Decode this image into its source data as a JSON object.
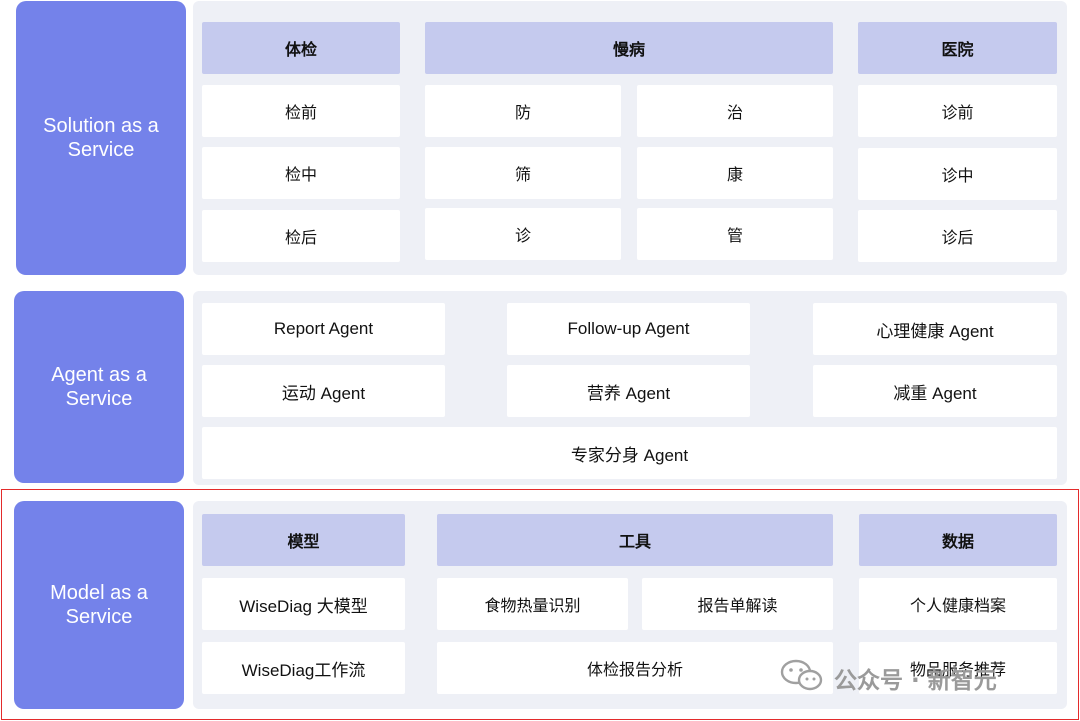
{
  "solution": {
    "title": "Solution as a Service",
    "headers": {
      "checkup": "体检",
      "chronic": "慢病",
      "hospital": "医院"
    },
    "checkup_cells": [
      "检前",
      "检中",
      "检后"
    ],
    "chronic_left": [
      "防",
      "筛",
      "诊"
    ],
    "chronic_right": [
      "治",
      "康",
      "管"
    ],
    "hospital_cells": [
      "诊前",
      "诊中",
      "诊后"
    ]
  },
  "agent": {
    "title": "Agent as a Service",
    "row1": [
      "Report Agent",
      "Follow-up Agent",
      "心理健康 Agent"
    ],
    "row2": [
      "运动 Agent",
      "营养 Agent",
      "减重 Agent"
    ],
    "row3": "专家分身 Agent"
  },
  "model": {
    "title": "Model as a Service",
    "headers": {
      "models": "模型",
      "tools": "工具",
      "data": "数据"
    },
    "models": [
      "WiseDiag 大模型",
      "WiseDiag工作流"
    ],
    "tools_row1": [
      "食物热量识别",
      "报告单解读"
    ],
    "tools_row2": "体检报告分析",
    "data": [
      "个人健康档案",
      "物品服务推荐"
    ]
  },
  "watermark": {
    "text": "公众号 · 新智元",
    "icon": "wechat-icon"
  },
  "colors": {
    "side": "#7482ea",
    "panel": "#eef0f6",
    "header": "#c5caee",
    "highlight": "#e32b2b"
  }
}
